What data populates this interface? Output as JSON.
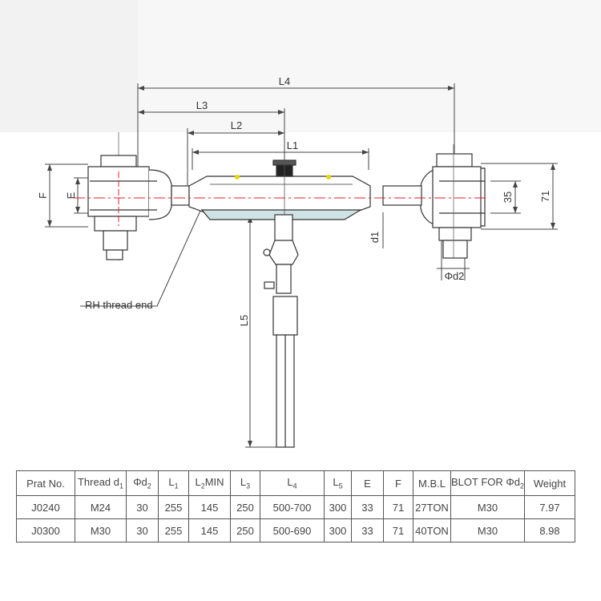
{
  "drawing": {
    "labels": {
      "l4": "L4",
      "l3": "L3",
      "l2": "L2",
      "l1": "L1",
      "l5": "L5",
      "f": "F",
      "e": "E",
      "d1": "d1",
      "dim_35": "35",
      "dim_71": "71",
      "phi_d2": "Φd2",
      "rh_thread": "RH thread end"
    }
  },
  "table": {
    "headers": [
      {
        "main": "Prat No.",
        "sub": ""
      },
      {
        "main": "Thread d",
        "sub": "1"
      },
      {
        "main": "Φd",
        "sub": "2"
      },
      {
        "main": "L",
        "sub": "1"
      },
      {
        "main": "L",
        "sub": "2",
        "suffix": "MIN"
      },
      {
        "main": "L",
        "sub": "3"
      },
      {
        "main": "L",
        "sub": "4"
      },
      {
        "main": "L",
        "sub": "5"
      },
      {
        "main": "E",
        "sub": ""
      },
      {
        "main": "F",
        "sub": ""
      },
      {
        "main": "M.B.L",
        "sub": ""
      },
      {
        "main": "BLOT FOR Φd",
        "sub": "2"
      },
      {
        "main": "Weight",
        "sub": ""
      }
    ],
    "rows": [
      [
        "J0240",
        "M24",
        "30",
        "255",
        "145",
        "250",
        "500-700",
        "300",
        "33",
        "71",
        "27TON",
        "M30",
        "7.97"
      ],
      [
        "J0300",
        "M30",
        "30",
        "255",
        "145",
        "250",
        "500-690",
        "300",
        "33",
        "71",
        "40TON",
        "M30",
        "8.98"
      ]
    ]
  }
}
